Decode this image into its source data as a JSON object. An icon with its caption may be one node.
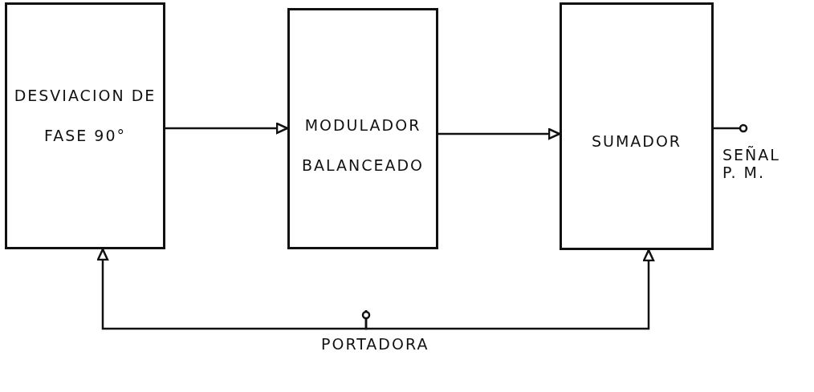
{
  "diagram": {
    "nodes": [
      {
        "text": [
          "DESVIACION DE FASE 90°"
        ]
      },
      {
        "text": [
          "MODULADOR BALANCEADO"
        ]
      },
      {
        "text": [
          "SUMADOR"
        ]
      },
      {
        "text": [
          "PORTADORA"
        ]
      },
      {
        "text": [
          "SEÑAL P. M."
        ]
      }
    ],
    "edges": [
      {
        "from": 0,
        "to": 1,
        "arrow": "to"
      },
      {
        "from": 1,
        "to": 2,
        "arrow": "to"
      },
      {
        "from": 2,
        "to": 4,
        "arrow": "other"
      },
      {
        "from": 3,
        "to": 0,
        "arrow": "to"
      },
      {
        "from": 3,
        "to": 2,
        "arrow": "to"
      }
    ]
  }
}
